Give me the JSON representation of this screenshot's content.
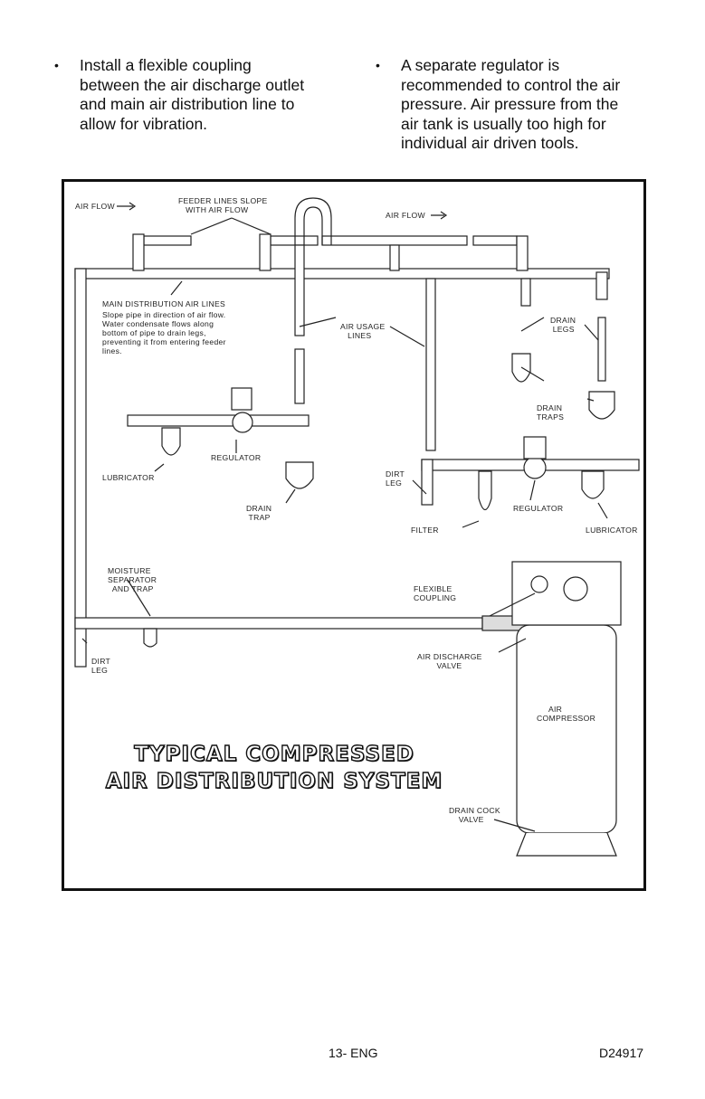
{
  "bullets": [
    {
      "marker": "•",
      "lines": [
        "Install a flexible coupling",
        "between the air discharge outlet",
        "and main air distribution line to",
        "allow for vibration."
      ]
    },
    {
      "marker": "•",
      "lines": [
        "A separate regulator is",
        "recommended to control the air",
        "pressure. Air pressure from the",
        "air tank is usually too high for",
        "individual air driven tools."
      ]
    }
  ],
  "figure": {
    "title_lines": [
      "TYPICAL COMPRESSED",
      "AIR DISTRIBUTION SYSTEM"
    ],
    "labels": {
      "air_flow_left": "AIR FLOW",
      "feeder_lines": "FEEDER LINES SLOPE\n   WITH AIR FLOW",
      "air_flow_right": "AIR FLOW",
      "main_lines_title": "MAIN DISTRIBUTION AIR LINES",
      "main_lines_desc": "Slope pipe in direction of air flow.\nWater condensate flows along\nbottom of pipe to drain legs,\npreventing it from entering feeder\nlines.",
      "air_usage": "AIR USAGE\n   LINES",
      "drain_legs": "DRAIN\n LEGS",
      "drain_traps": "DRAIN\nTRAPS",
      "regulator_left": "REGULATOR",
      "lubricator_left": "LUBRICATOR",
      "drain_trap": "DRAIN\n TRAP",
      "dirt_leg_right": "DIRT\nLEG",
      "regulator_right": "REGULATOR",
      "filter": "FILTER",
      "lubricator_right": "LUBRICATOR",
      "moisture_separator": "MOISTURE\nSEPARATOR\n  AND TRAP",
      "flexible_coupling": "FLEXIBLE\nCOUPLING",
      "air_discharge_valve": "AIR DISCHARGE\n        VALVE",
      "dirt_leg_left": "DIRT\nLEG",
      "air_compressor": "     AIR\nCOMPRESSOR",
      "drain_cock_valve": "DRAIN COCK\n    VALVE"
    }
  },
  "footer": {
    "page": "13- ENG",
    "code": "D24917"
  }
}
